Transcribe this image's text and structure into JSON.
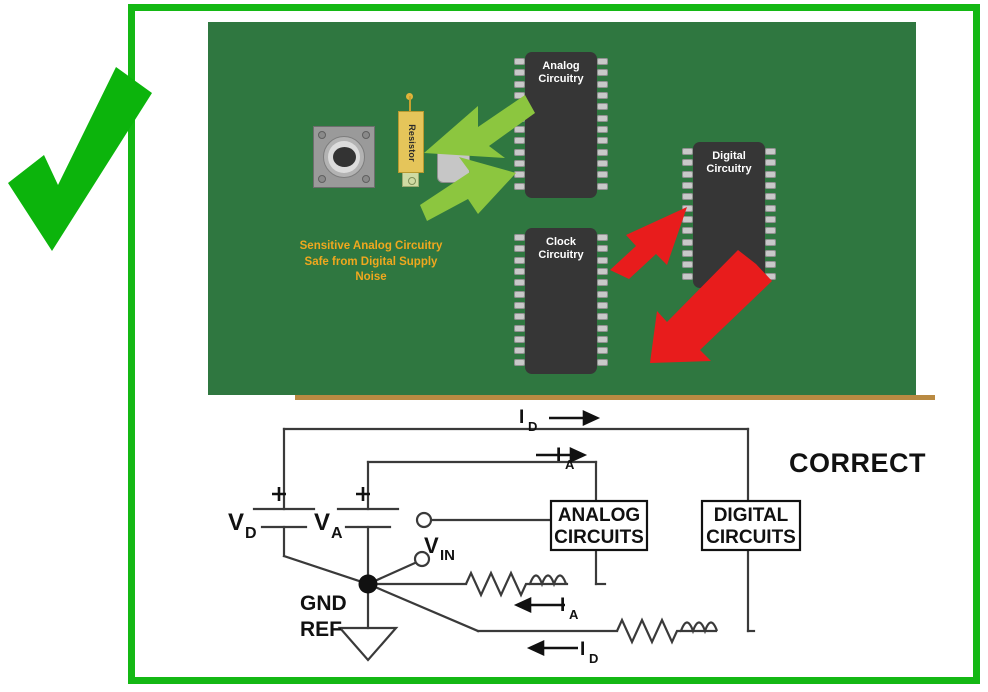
{
  "figure": {
    "verdict_label": "CORRECT",
    "frame_color": "#14b814",
    "check_color": "#0cb40c"
  },
  "pcb": {
    "board_color": "#2f7740",
    "edge_color": "#b98a42",
    "caption": "Sensitive Analog Circuitry Safe from Digital Supply Noise",
    "caption_lines": [
      "Sensitive Analog Circuitry",
      "Safe from Digital Supply",
      "Noise"
    ],
    "caption_color": "#f0a81e",
    "components": [
      {
        "name": "jack-connector",
        "label": ""
      },
      {
        "name": "resistor",
        "label": "Resistor"
      },
      {
        "name": "capacitor",
        "label": ""
      }
    ],
    "chips": [
      {
        "name": "analog-circuitry-chip",
        "line1": "Analog",
        "line2": "Circuitry",
        "pins_per_side": 12
      },
      {
        "name": "digital-circuitry-chip",
        "line1": "Digital",
        "line2": "Circuitry",
        "pins_per_side": 12
      },
      {
        "name": "clock-circuitry-chip",
        "line1": "Clock",
        "line2": "Circuitry",
        "pins_per_side": 12
      }
    ],
    "arrows": [
      {
        "name": "green-arrow-to-resistor",
        "color": "#8cc63f",
        "direction": "left"
      },
      {
        "name": "green-arrow-to-analog",
        "color": "#8cc63f",
        "direction": "right"
      },
      {
        "name": "red-arrow-clock-to-digital",
        "color": "#e81c1c",
        "direction": "up-right"
      },
      {
        "name": "red-arrow-digital-to-clock",
        "color": "#e81c1c",
        "direction": "down-left"
      }
    ]
  },
  "schematic": {
    "supplies": [
      {
        "name": "digital-supply",
        "label": "V",
        "sub": "D",
        "polarity": "+"
      },
      {
        "name": "analog-supply",
        "label": "V",
        "sub": "A",
        "polarity": "+"
      }
    ],
    "input": {
      "label": "V",
      "sub": "IN"
    },
    "ground": {
      "line1": "GND",
      "line2": "REF"
    },
    "blocks": [
      {
        "name": "analog-circuits-block",
        "line1": "ANALOG",
        "line2": "CIRCUITS"
      },
      {
        "name": "digital-circuits-block",
        "line1": "DIGITAL",
        "line2": "CIRCUITS"
      }
    ],
    "currents": [
      {
        "name": "id-top",
        "label": "I",
        "sub": "D",
        "direction": "right"
      },
      {
        "name": "ia-top",
        "label": "I",
        "sub": "A",
        "direction": "right"
      },
      {
        "name": "ia-return",
        "label": "I",
        "sub": "A",
        "direction": "left"
      },
      {
        "name": "id-return",
        "label": "I",
        "sub": "D",
        "direction": "left"
      }
    ]
  }
}
